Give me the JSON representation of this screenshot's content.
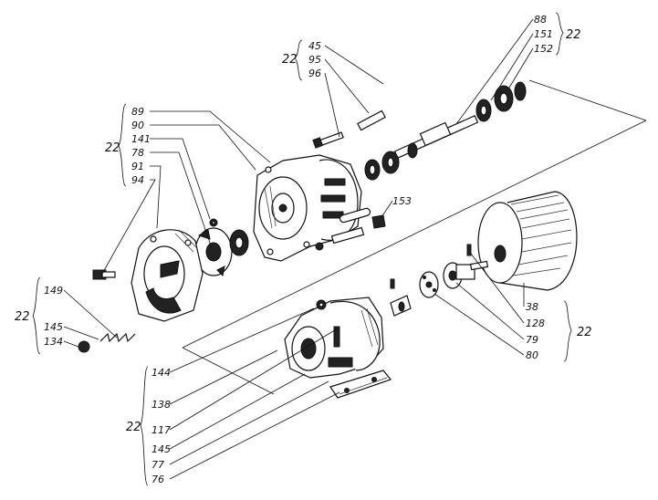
{
  "diagram": {
    "group_label": "22",
    "callouts": {
      "top": [
        "45",
        "95",
        "96"
      ],
      "top_right": [
        "88",
        "151",
        "152"
      ],
      "left_upper": [
        "89",
        "90",
        "141",
        "78",
        "91",
        "94"
      ],
      "left_lower": [
        "149",
        "145",
        "134"
      ],
      "right": [
        "38",
        "128",
        "79",
        "80"
      ],
      "bottom": [
        "144",
        "138",
        "117",
        "145",
        "77",
        "76"
      ],
      "single": "153"
    }
  }
}
